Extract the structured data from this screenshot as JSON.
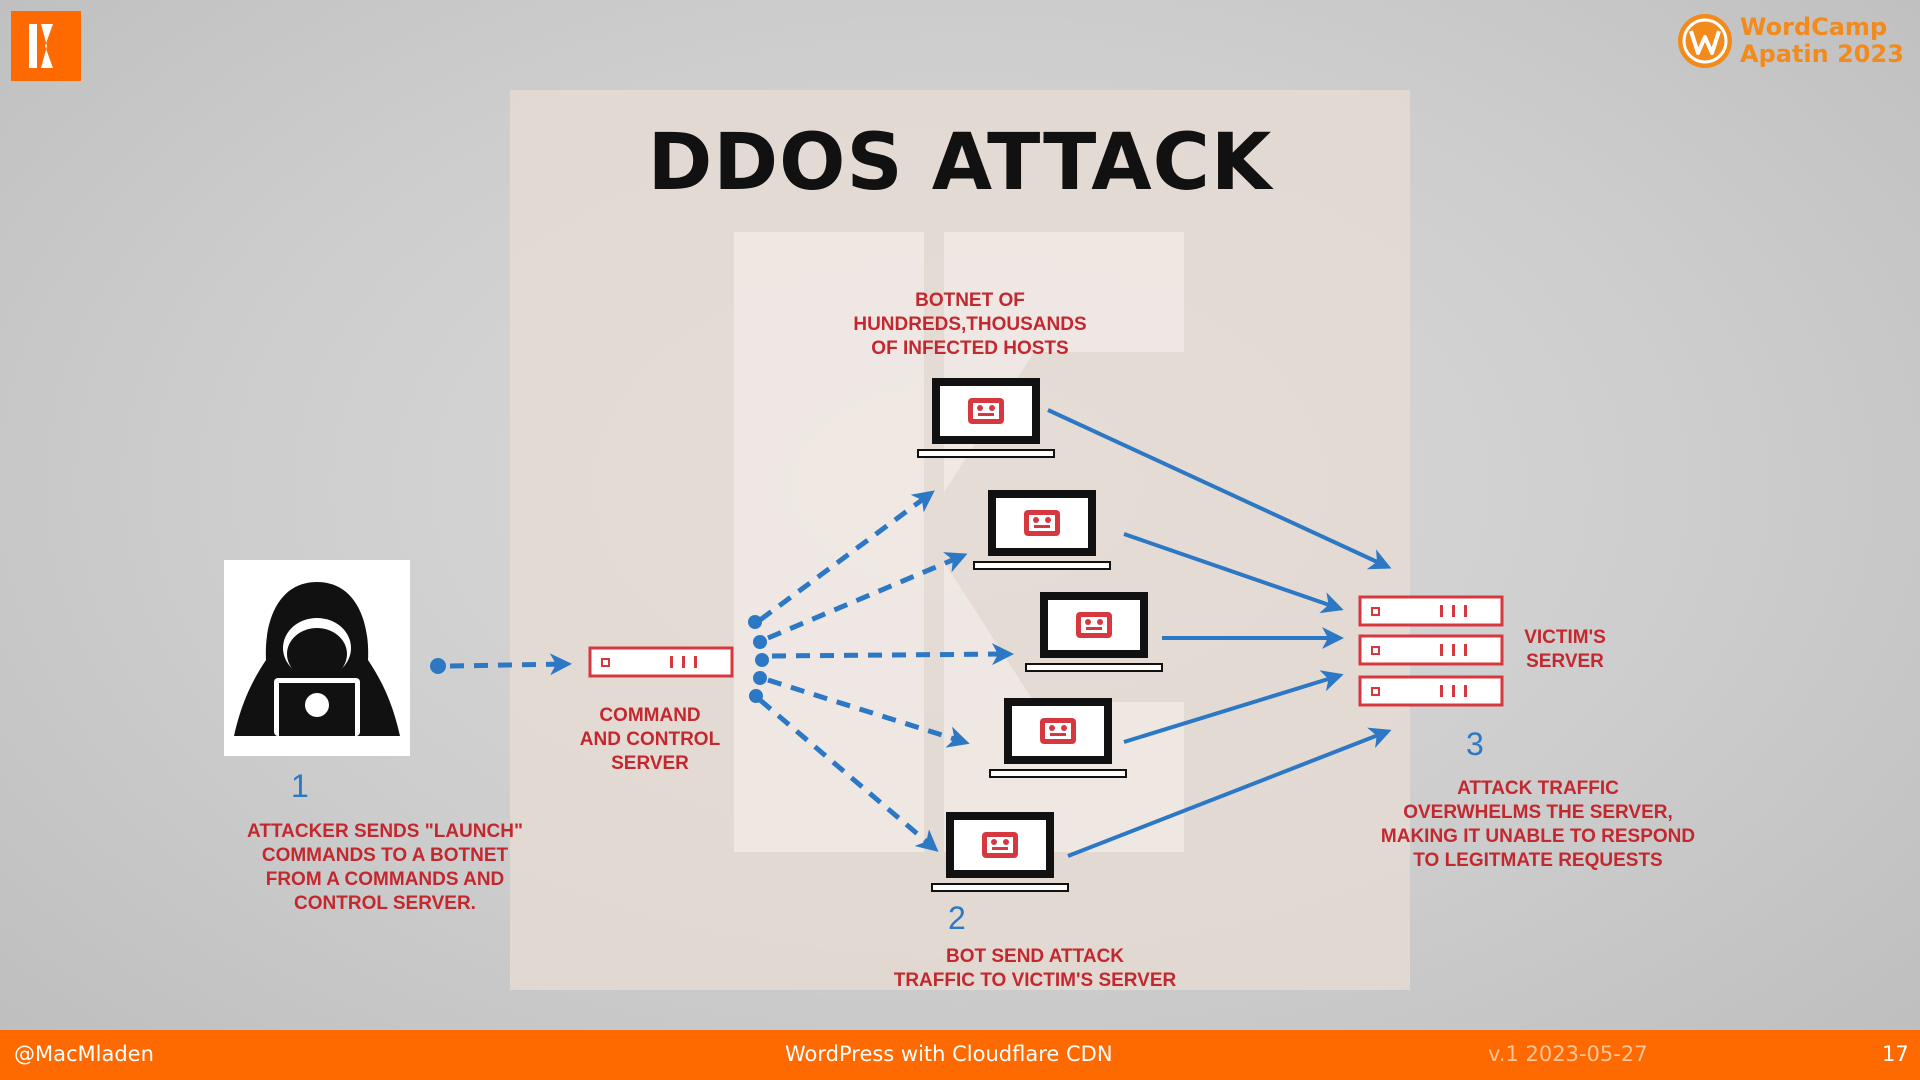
{
  "slide": {
    "title": "DDOS ATTACK",
    "page_number": "17"
  },
  "logos": {
    "brand_mark": "k-logo-icon",
    "event_line1": "WordCamp",
    "event_line2": "Apatin 2023"
  },
  "diagram": {
    "botnet_label": [
      "BOTNET OF",
      "HUNDREDS,THOUSANDS",
      "OF INFECTED HOSTS"
    ],
    "cc_label": [
      "COMMAND",
      "AND CONTROL",
      "SERVER"
    ],
    "victim_label": [
      "VICTIM'S",
      "SERVER"
    ],
    "step1": {
      "num": "1",
      "text": [
        "ATTACKER SENDS \"LAUNCH\"",
        "COMMANDS TO A BOTNET",
        "FROM A COMMANDS AND",
        "CONTROL SERVER."
      ]
    },
    "step2": {
      "num": "2",
      "text": [
        "BOT SEND ATTACK",
        "TRAFFIC TO VICTIM'S SERVER"
      ]
    },
    "step3": {
      "num": "3",
      "text": [
        "ATTACK TRAFFIC",
        "OVERWHELMS THE SERVER,",
        "MAKING IT UNABLE TO RESPOND",
        "TO LEGITMATE REQUESTS"
      ]
    },
    "colors": {
      "red": "#c4282f",
      "blue": "#2c78c5",
      "orange": "#ff6a00"
    }
  },
  "footer": {
    "handle": "@MacMladen",
    "talk": "WordPress with Cloudflare CDN",
    "version": "v.1 2023-05-27",
    "page": "17"
  }
}
